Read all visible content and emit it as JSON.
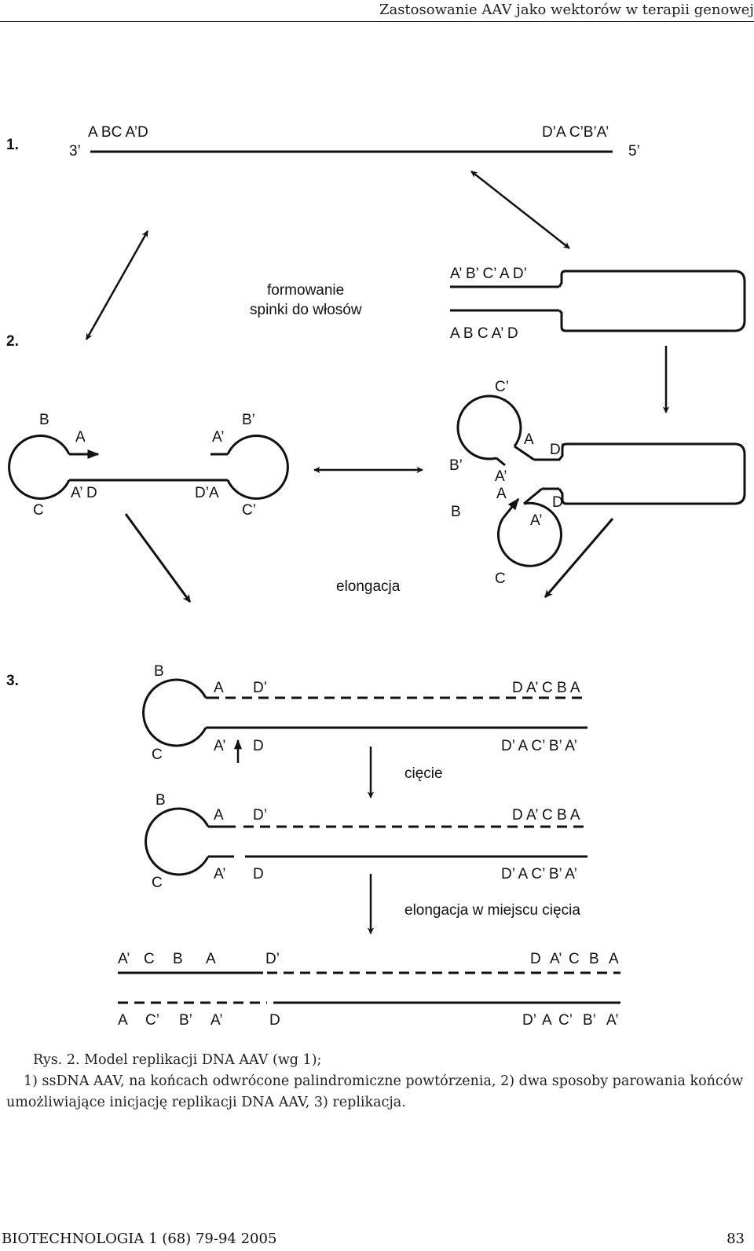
{
  "header": {
    "running_title": "Zastosowanie AAV jako wektorów w terapii genowej"
  },
  "figure": {
    "steps": [
      "1.",
      "2.",
      "3."
    ],
    "s1": {
      "left_label": "A BC A’D",
      "right_label": "D’A C’B’A’",
      "end3": "3’",
      "end5": "5’"
    },
    "hairpin_caption": [
      "formowanie",
      "spinki do włosów"
    ],
    "s2_top": {
      "upper": "A’ B’ C’ A D’",
      "lower": "A B C A’ D"
    },
    "s2_left": {
      "B": "B",
      "A": "A",
      "C": "C",
      "AD": "A’ D",
      "Ap": "A’",
      "Bp": "B’",
      "DA": "D’A",
      "Cp": "C’"
    },
    "s2_right": {
      "Cp": "C’",
      "A": "A",
      "Dp": "D’",
      "Bp": "B’",
      "Ap1": "A’",
      "A2": "A",
      "B": "B",
      "D": "D",
      "Ap2": "A’",
      "C": "C"
    },
    "elongation": "elongacja",
    "s3a": {
      "B": "B",
      "A": "A",
      "Dp": "D’",
      "right_top": "D A’ C B A",
      "C": "C",
      "Ap": "A’",
      "D": "D",
      "right_bottom": "D’ A C’ B’ A’"
    },
    "cut": "cięcie",
    "s3b": {
      "B": "B",
      "A": "A",
      "Dp": "D’",
      "right_top": "D A’ C B A",
      "C": "C",
      "Ap": "A’",
      "D": "D",
      "right_bottom": "D’ A C’ B’ A’"
    },
    "elong_cut": "elongacja w miejscu cięcia",
    "s3c": {
      "top_left": [
        "A’",
        "C",
        "B",
        "A",
        "D’"
      ],
      "top_right": [
        "D",
        "A’",
        "C",
        "B",
        "A"
      ],
      "bottom_left": [
        "A",
        "C’",
        "B’",
        "A’",
        "D"
      ],
      "bottom_right": [
        "D’",
        "A",
        "C’",
        "B’",
        "A’"
      ]
    }
  },
  "caption": {
    "title": "Rys. 2. Model replikacji DNA AAV (wg 1);",
    "body": "1) ssDNA AAV, na końcach odwrócone palindromiczne powtórzenia, 2) dwa sposoby parowania końców umożliwiające inicjację replikacji DNA AAV, 3) replikacja."
  },
  "footer": {
    "journal": "BIOTECHNOLOGIA 1 (68) 79-94 2005",
    "page": "83"
  }
}
